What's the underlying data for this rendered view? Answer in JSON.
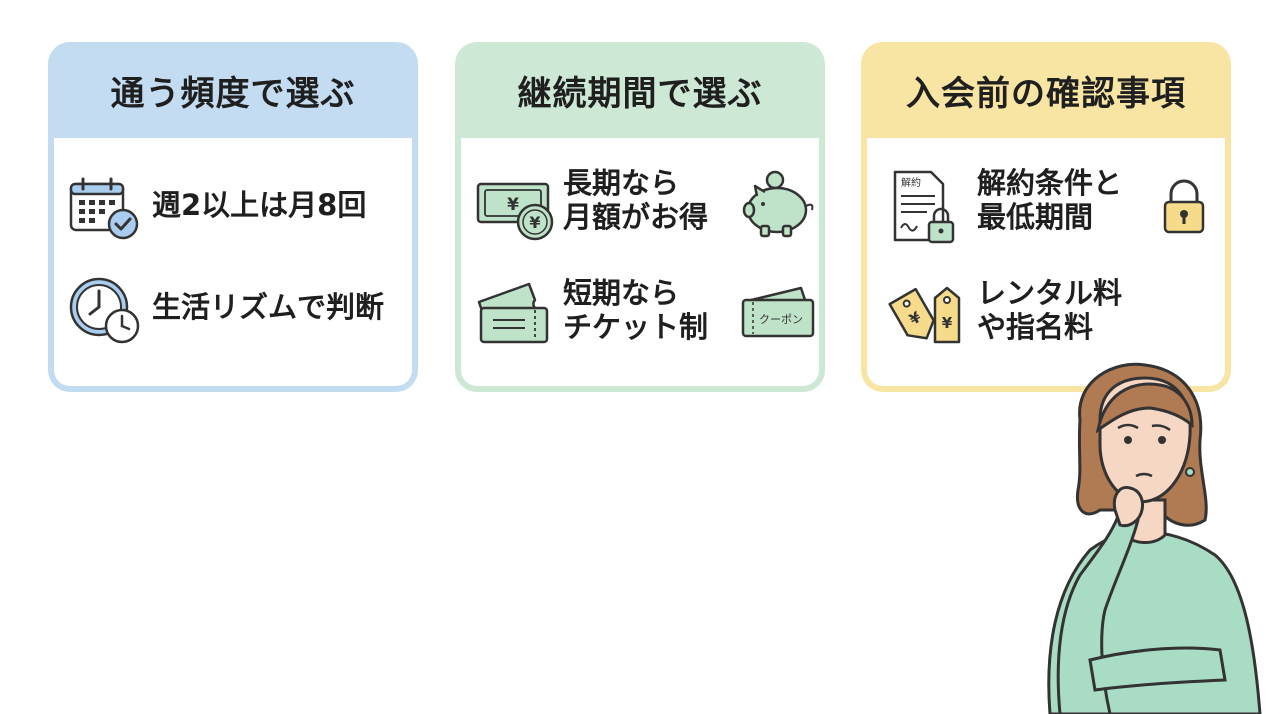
{
  "cards": [
    {
      "title": "通う頻度で選ぶ",
      "items": [
        {
          "text": "週2以上は月8回",
          "icon": "calendar-check-icon"
        },
        {
          "text": "生活リズムで判断",
          "icon": "clock-icon"
        }
      ]
    },
    {
      "title": "継続期間で選ぶ",
      "items": [
        {
          "line1": "長期なら",
          "line2": "月額がお得",
          "icon": "yen-bill-icon",
          "icon2": "piggy-bank-icon",
          "bill_symbol": "¥",
          "coin_symbol": "¥"
        },
        {
          "line1": "短期なら",
          "line2": "チケット制",
          "icon": "ticket-icon",
          "icon2": "coupon-icon",
          "coupon_label": "クーポン"
        }
      ]
    },
    {
      "title": "入会前の確認事項",
      "items": [
        {
          "line1": "解約条件と",
          "line2": "最低期間",
          "icon": "contract-lock-icon",
          "icon2": "padlock-icon",
          "doc_label": "解約"
        },
        {
          "line1": "レンタル料",
          "line2": "や指名料",
          "icon": "price-tag-icon",
          "tag1_symbol": "¥",
          "tag2_symbol": "¥"
        }
      ]
    }
  ],
  "colors": {
    "blue": "#c3dcf1",
    "green": "#cde9d5",
    "yellow": "#f8e5a3",
    "icon_blue": "#a9cdee",
    "icon_green": "#bfe3c8",
    "icon_yellow": "#f6dc8a",
    "sweater": "#a8dcc4",
    "hair": "#b07a52"
  },
  "illustration": "thinking-woman"
}
